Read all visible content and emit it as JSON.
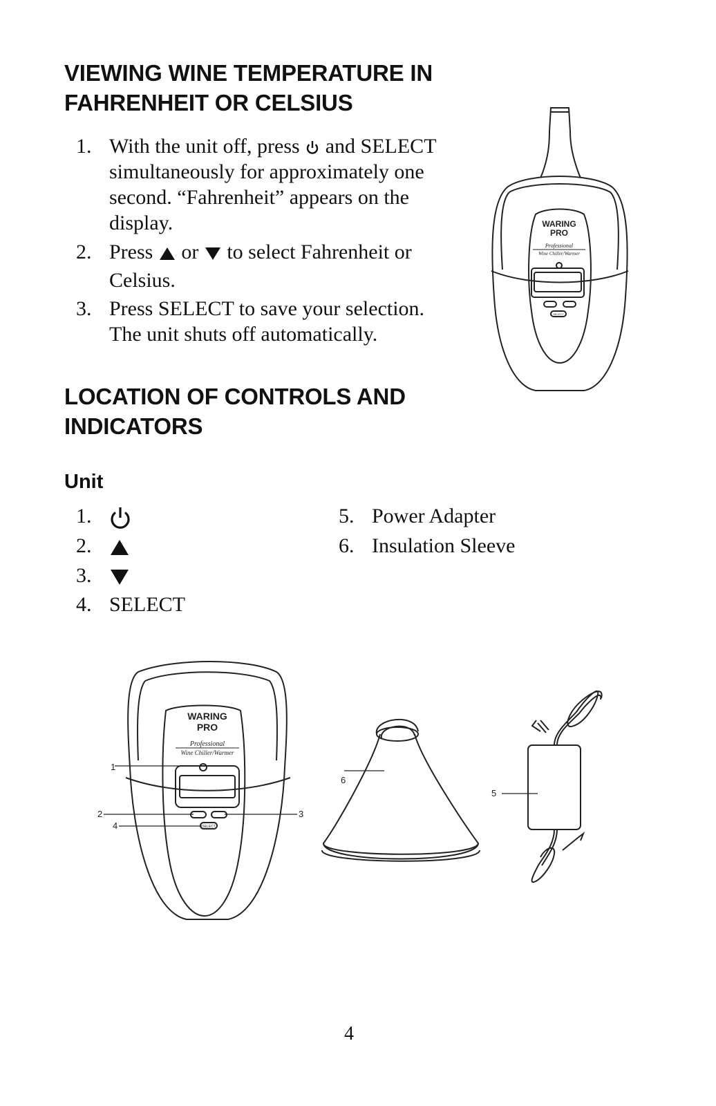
{
  "section1": {
    "title_line1": "VIEWING WINE TEMPERATURE IN",
    "title_line2": "FAHRENHEIT OR CELSIUS",
    "steps": [
      {
        "num": "1.",
        "line1_a": "With the unit off, press",
        "line1_b": "and SELECT",
        "line2": "simultaneously for approximately one",
        "line3": "second. “Fahrenheit” appears on the",
        "line4": "display."
      },
      {
        "num": "2.",
        "line1_a": "Press",
        "line1_b": "or",
        "line1_c": "to select Fahrenheit or",
        "line2": "Celsius."
      },
      {
        "num": "3.",
        "line1": "Press SELECT to save your selection.",
        "line2": "The unit shuts off automatically."
      }
    ]
  },
  "section2": {
    "title_line1": "LOCATION OF CONTROLS AND",
    "title_line2": "INDICATORS",
    "subtitle": "Unit",
    "items_left": [
      {
        "num": "1.",
        "icon": "power-icon"
      },
      {
        "num": "2.",
        "icon": "up-triangle-icon"
      },
      {
        "num": "3.",
        "icon": "down-triangle-icon"
      },
      {
        "num": "4.",
        "text": "SELECT"
      }
    ],
    "items_right": [
      {
        "num": "5.",
        "text": "Power Adapter"
      },
      {
        "num": "6.",
        "text": "Insulation Sleeve"
      }
    ]
  },
  "illustrations": {
    "brand_line1": "WARING",
    "brand_line2": "PRO",
    "tagline1": "Professional",
    "tagline2": "Wine Chiller/Warmer",
    "select_label": "SELECT",
    "callouts": [
      "1",
      "2",
      "3",
      "4",
      "5",
      "6"
    ]
  },
  "page_number": "4"
}
